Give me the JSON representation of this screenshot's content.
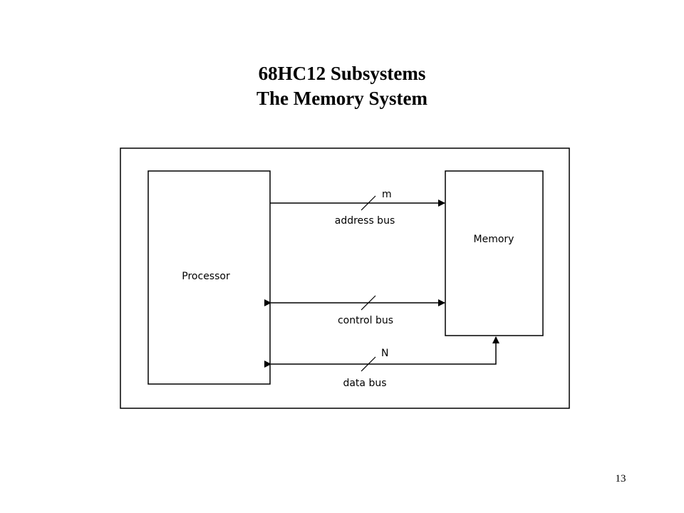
{
  "slide": {
    "title_line1": "68HC12 Subsystems",
    "title_line2": "The Memory System",
    "page_number": "13"
  },
  "diagram": {
    "processor_label": "Processor",
    "memory_label": "Memory",
    "buses": [
      {
        "name": "address bus",
        "width_label": "m",
        "direction": "processor-to-memory"
      },
      {
        "name": "control bus",
        "width_label": "",
        "direction": "bidirectional"
      },
      {
        "name": "data bus",
        "width_label": "N",
        "direction": "bidirectional"
      }
    ]
  }
}
